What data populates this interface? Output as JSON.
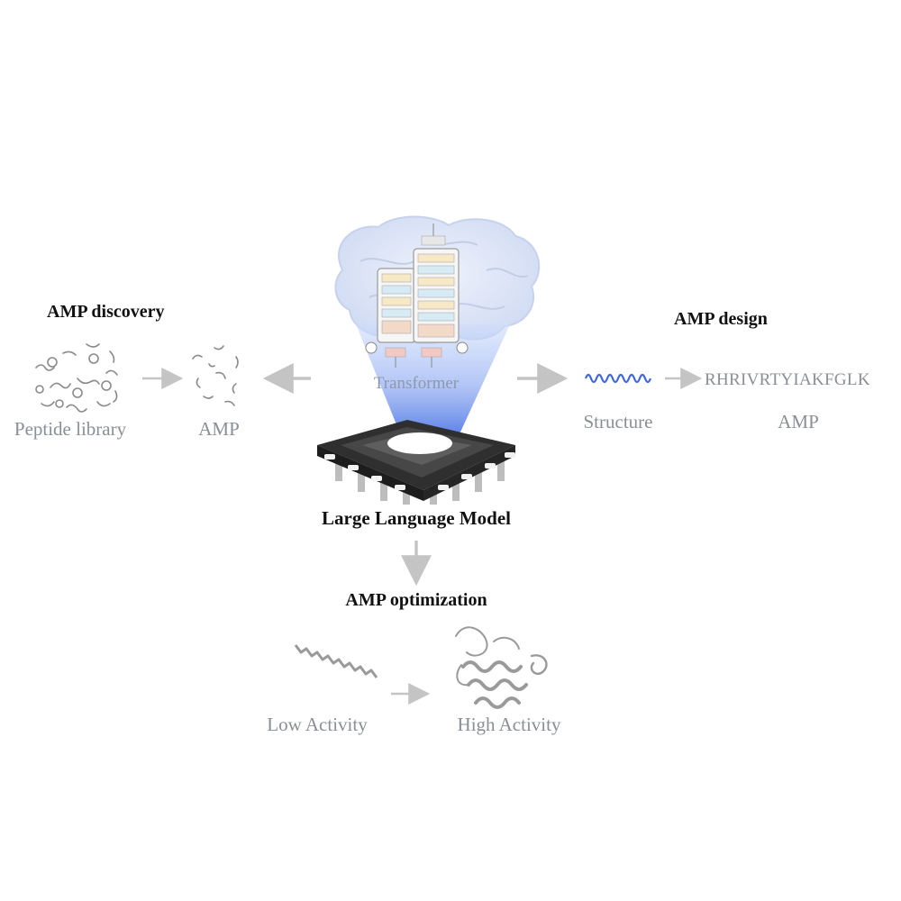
{
  "discovery": {
    "heading": "AMP discovery",
    "library_label": "Peptide library",
    "result_label": "AMP"
  },
  "design": {
    "heading": "AMP design",
    "structure_label": "Structure",
    "sequence": "RHRIVRTYIAKFGLK",
    "result_label": "AMP"
  },
  "center": {
    "model_label": "Large Language Model",
    "transformer_label": "Transformer"
  },
  "optimization": {
    "heading": "AMP optimization",
    "low_label": "Low Activity",
    "high_label": "High Activity"
  },
  "colors": {
    "arrow": "#c4c4c4",
    "glow": "#7e9df0",
    "chip_dark": "#3a3a3a",
    "helix_blue": "#3f67d8",
    "label_gray": "#8a8f96"
  }
}
